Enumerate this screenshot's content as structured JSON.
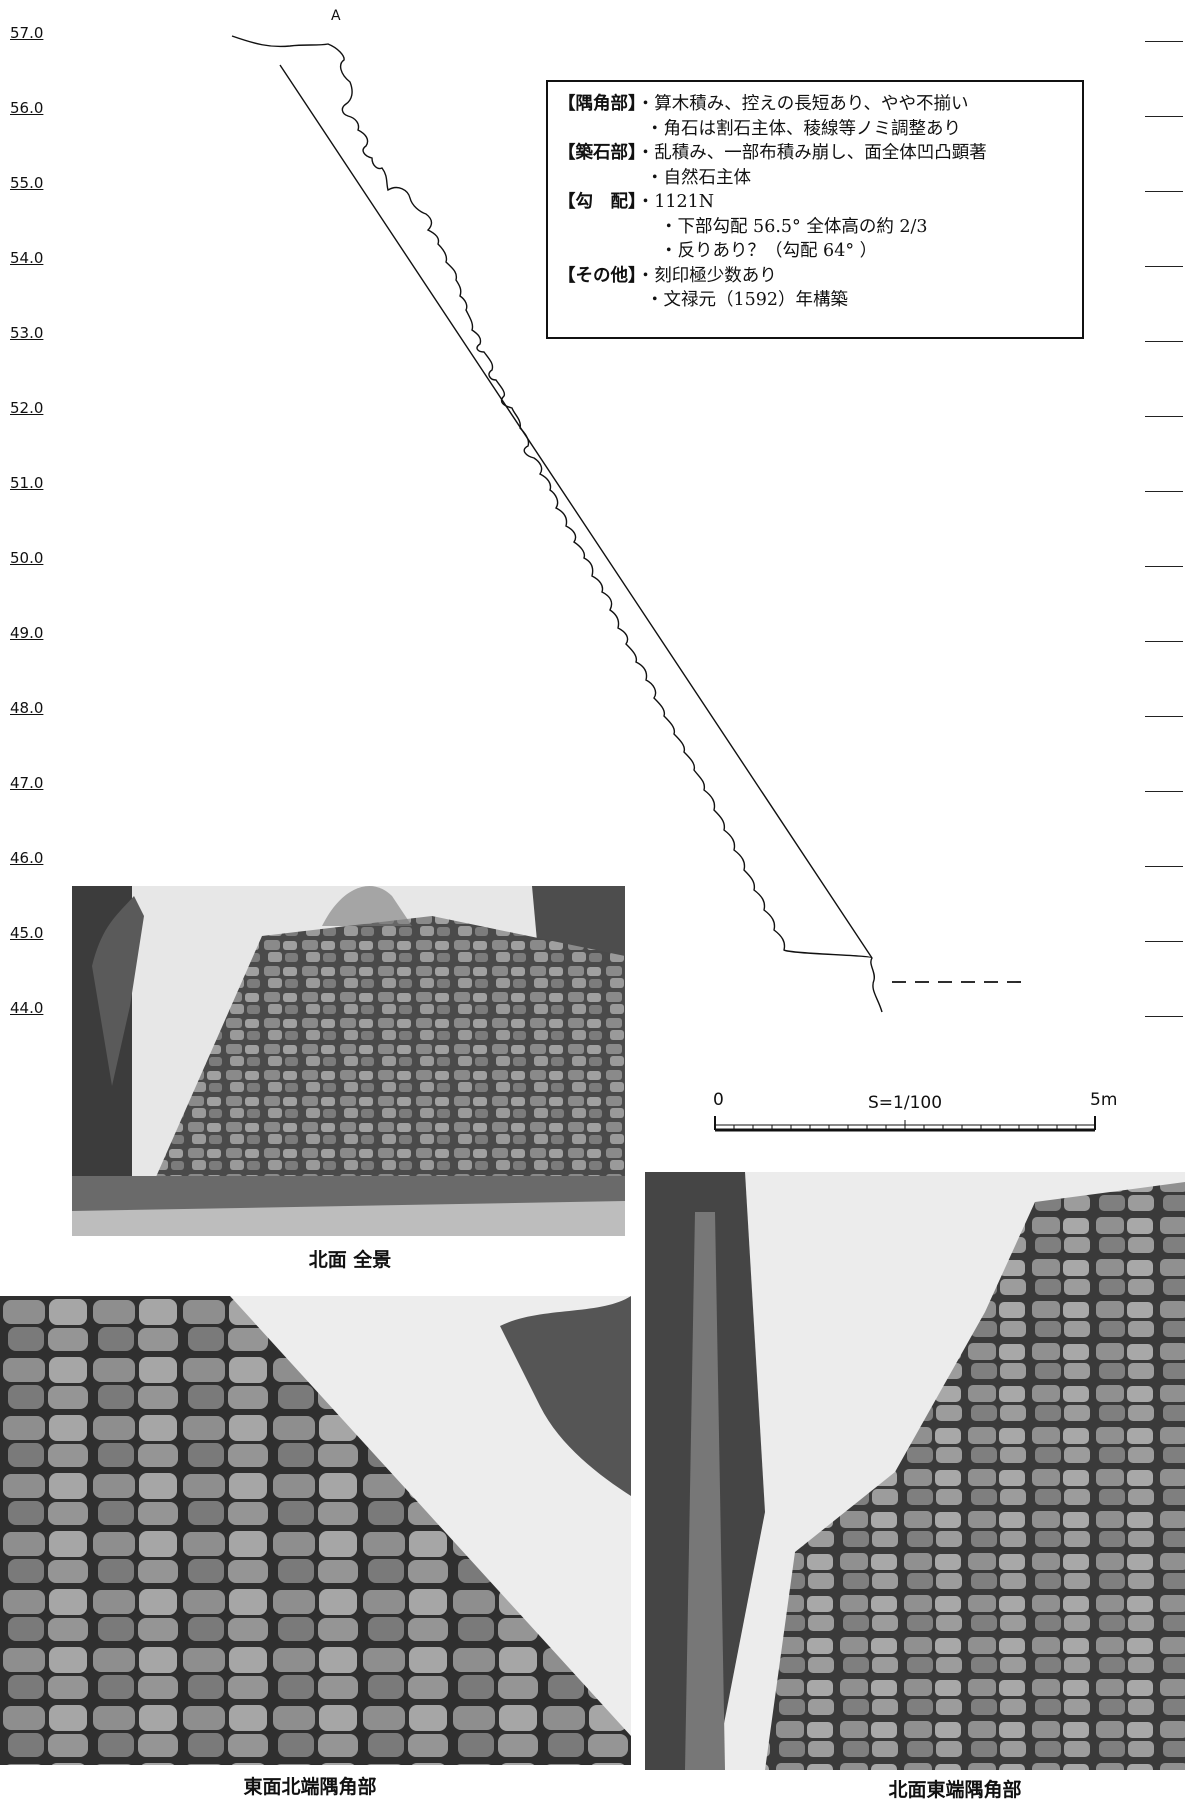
{
  "section": {
    "label_a": "A",
    "elevations": [
      "57.0",
      "56.0",
      "55.0",
      "54.0",
      "53.0",
      "52.0",
      "51.0",
      "50.0",
      "49.0",
      "48.0",
      "47.0",
      "46.0",
      "45.0",
      "44.0"
    ]
  },
  "info": {
    "corner_key": "【隅角部】",
    "corner_1": "・算木積み、控えの長短あり、やや不揃い",
    "corner_2": "・角石は割石主体、稜線等ノミ調整あり",
    "masonry_key": "【築石部】",
    "masonry_1": "・乱積み、一部布積み崩し、面全体凹凸顕著",
    "masonry_2": "・自然石主体",
    "slope_key": "【勾　配】",
    "slope_1": "・1121N",
    "slope_2": "・下部勾配 56.5°  全体高の約 2/3",
    "slope_3": "・反りあり？（勾配 64° ）",
    "other_key": "【その他】",
    "other_1": "・刻印極少数あり",
    "other_2": "・文禄元（1592）年構築"
  },
  "scale": {
    "zero": "0",
    "ratio": "S=1/100",
    "end": "5m"
  },
  "photos": {
    "north_full": "北面 全景",
    "east_north_corner": "東面北端隅角部",
    "north_east_corner": "北面東端隅角部"
  }
}
